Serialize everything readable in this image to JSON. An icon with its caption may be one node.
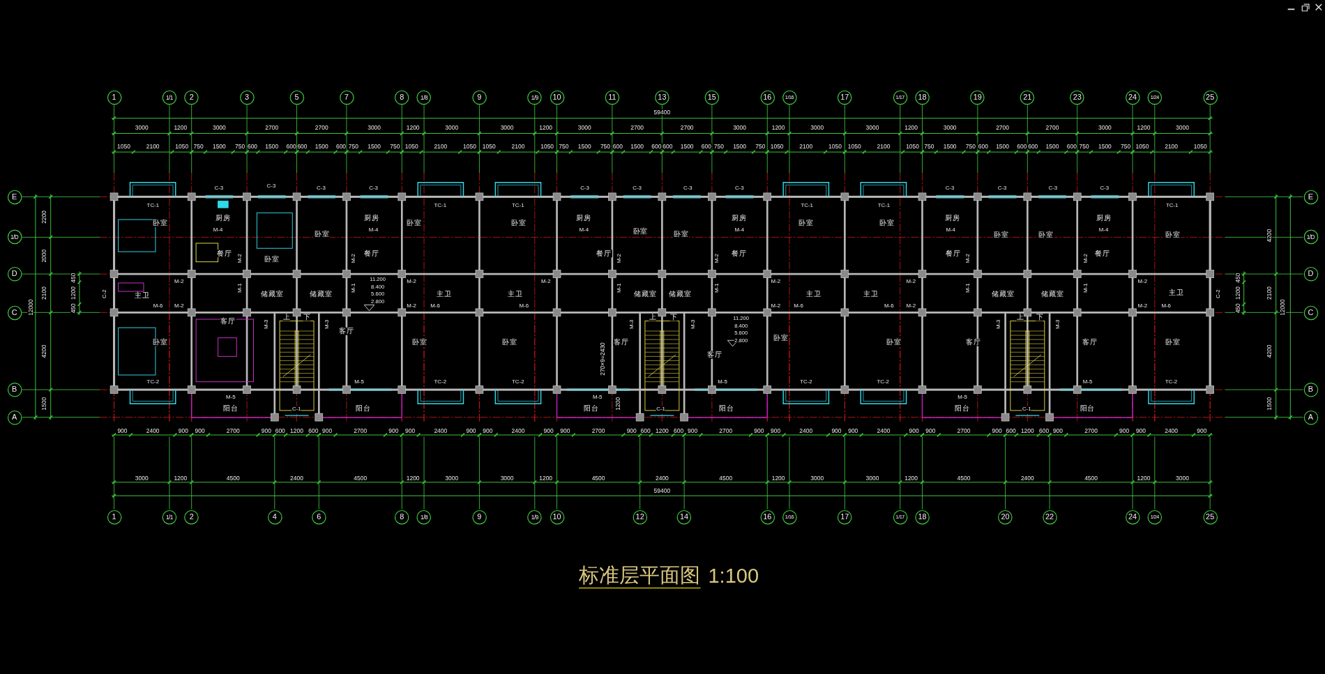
{
  "diagram": {
    "title": "标准层平面图",
    "nodes": [
      {
        "text": [
          "1"
        ]
      },
      {
        "text": [
          "1/1"
        ]
      },
      {
        "text": [
          "2"
        ]
      },
      {
        "text": [
          "3"
        ]
      },
      {
        "text": [
          "5"
        ]
      },
      {
        "text": [
          "7"
        ]
      },
      {
        "text": [
          "8"
        ]
      },
      {
        "text": [
          "1/8"
        ]
      },
      {
        "text": [
          "9"
        ]
      },
      {
        "text": [
          "1/9"
        ]
      },
      {
        "text": [
          "10"
        ]
      },
      {
        "text": [
          "11"
        ]
      },
      {
        "text": [
          "13"
        ]
      },
      {
        "text": [
          "15"
        ]
      },
      {
        "text": [
          "16"
        ]
      },
      {
        "text": [
          "1/16"
        ]
      },
      {
        "text": [
          "17"
        ]
      },
      {
        "text": [
          "1/17"
        ]
      },
      {
        "text": [
          "18"
        ]
      },
      {
        "text": [
          "19"
        ]
      },
      {
        "text": [
          "21"
        ]
      },
      {
        "text": [
          "23"
        ]
      },
      {
        "text": [
          "24"
        ]
      },
      {
        "text": [
          "1/24"
        ]
      },
      {
        "text": [
          "25"
        ]
      },
      {
        "text": [
          "1"
        ]
      },
      {
        "text": [
          "1/1"
        ]
      },
      {
        "text": [
          "2"
        ]
      },
      {
        "text": [
          "4"
        ]
      },
      {
        "text": [
          "6"
        ]
      },
      {
        "text": [
          "8"
        ]
      },
      {
        "text": [
          "1/8"
        ]
      },
      {
        "text": [
          "9"
        ]
      },
      {
        "text": [
          "1/9"
        ]
      },
      {
        "text": [
          "10"
        ]
      },
      {
        "text": [
          "12"
        ]
      },
      {
        "text": [
          "14"
        ]
      },
      {
        "text": [
          "16"
        ]
      },
      {
        "text": [
          "1/16"
        ]
      },
      {
        "text": [
          "17"
        ]
      },
      {
        "text": [
          "1/17"
        ]
      },
      {
        "text": [
          "18"
        ]
      },
      {
        "text": [
          "20"
        ]
      },
      {
        "text": [
          "22"
        ]
      },
      {
        "text": [
          "24"
        ]
      },
      {
        "text": [
          "1/24"
        ]
      },
      {
        "text": [
          "25"
        ]
      },
      {
        "text": [
          "E"
        ]
      },
      {
        "text": [
          "1/D"
        ]
      },
      {
        "text": [
          "D"
        ]
      },
      {
        "text": [
          "C"
        ]
      },
      {
        "text": [
          "B"
        ]
      },
      {
        "text": [
          "A"
        ]
      },
      {
        "text": [
          "E"
        ]
      },
      {
        "text": [
          "1/D"
        ]
      },
      {
        "text": [
          "D"
        ]
      },
      {
        "text": [
          "C"
        ]
      },
      {
        "text": [
          "B"
        ]
      },
      {
        "text": [
          "A"
        ]
      }
    ],
    "labels": [
      "59400",
      "3000",
      "1200",
      "3000",
      "2700",
      "2700",
      "3000",
      "1200",
      "3000",
      "3000",
      "1200",
      "3000",
      "2700",
      "2700",
      "3000",
      "1200",
      "3000",
      "3000",
      "1200",
      "3000",
      "2700",
      "2700",
      "3000",
      "1200",
      "3000",
      "1050",
      "2100",
      "1050",
      "750",
      "1500",
      "750",
      "600",
      "1500",
      "600",
      "600",
      "1500",
      "600",
      "750",
      "1500",
      "750",
      "1050",
      "2100",
      "1050",
      "1050",
      "2100",
      "1050",
      "750",
      "1500",
      "750",
      "600",
      "1500",
      "600",
      "600",
      "1500",
      "600",
      "750",
      "1500",
      "750",
      "1050",
      "2100",
      "1050",
      "1050",
      "2100",
      "1050",
      "750",
      "1500",
      "750",
      "600",
      "1500",
      "600",
      "600",
      "1500",
      "600",
      "750",
      "1500",
      "750",
      "1050",
      "2100",
      "1050",
      "TC-1",
      "C-3",
      "C-3",
      "C-3",
      "C-3",
      "TC-1",
      "TC-1",
      "C-3",
      "C-3",
      "C-3",
      "C-3",
      "TC-1",
      "TC-1",
      "C-3",
      "C-3",
      "C-3",
      "C-3",
      "TC-1",
      "卧室",
      "厨房",
      "M-4",
      "卧室",
      "厨房",
      "M-4",
      "卧室",
      "卧室",
      "厨房",
      "M-4",
      "卧室",
      "卧室",
      "厨房",
      "M-4",
      "卧室",
      "卧室",
      "厨房",
      "M-4",
      "卧室",
      "卧室",
      "厨房",
      "M-4",
      "卧室",
      "餐厅",
      "卧室",
      "餐厅",
      "餐厅",
      "餐厅",
      "餐厅",
      "餐厅",
      "C-2",
      "M-2",
      "主卫",
      "M-6",
      "M-2",
      "M-2",
      "M-1",
      "储藏室",
      "储藏室",
      "M-2",
      "M-1",
      "11.200",
      "8.400",
      "5.600",
      "2.800",
      "M-2",
      "M-2",
      "M-6",
      "主卫",
      "主卫",
      "M-6",
      "M-2",
      "M-2",
      "M-1",
      "储藏室",
      "储藏室",
      "M-2",
      "M-1",
      "11.200",
      "8.400",
      "5.600",
      "2.800",
      "M-2",
      "M-2",
      "M-6",
      "主卫",
      "主卫",
      "M-6",
      "M-2",
      "M-2",
      "M-2",
      "M-1",
      "储藏室",
      "储藏室",
      "M-2",
      "M-1",
      "M-2",
      "M-2",
      "M-6",
      "主卫",
      "C-2",
      "客厅",
      "M-3",
      "上",
      "下",
      "M-3",
      "客厅",
      "卧室",
      "卧室",
      "卧室",
      "客厅",
      "M-3",
      "上",
      "下",
      "M-3",
      "客厅",
      "卧室",
      "卧室",
      "客厅",
      "M-3",
      "上",
      "下",
      "M-3",
      "客厅",
      "卧室",
      "270×9=2430",
      "1200",
      "TC-2",
      "M-5",
      "TC-2",
      "TC-2",
      "M-5",
      "TC-2",
      "TC-2",
      "M-5",
      "TC-2",
      "M-5",
      "阳台",
      "C-1",
      "阳台",
      "M-5",
      "阳台",
      "C-1",
      "阳台",
      "M-5",
      "阳台",
      "C-1",
      "阳台",
      "2200",
      "2000",
      "2100",
      "4200",
      "1500",
      "12000",
      "450",
      "1200",
      "450",
      "4200",
      "2100",
      "4200",
      "1500",
      "12000",
      "450",
      "1200",
      "450",
      "900",
      "2400",
      "900",
      "900",
      "2700",
      "900",
      "600",
      "1200",
      "600",
      "900",
      "2700",
      "900",
      "900",
      "2400",
      "900",
      "900",
      "2400",
      "900",
      "900",
      "2700",
      "900",
      "600",
      "1200",
      "600",
      "900",
      "2700",
      "900",
      "900",
      "2400",
      "900",
      "900",
      "2400",
      "900",
      "900",
      "2700",
      "900",
      "600",
      "1200",
      "600",
      "900",
      "2700",
      "900",
      "900",
      "2400",
      "900",
      "3000",
      "1200",
      "4500",
      "2400",
      "4500",
      "1200",
      "3000",
      "3000",
      "1200",
      "4500",
      "2400",
      "4500",
      "1200",
      "3000",
      "3000",
      "1200",
      "4500",
      "2400",
      "4500",
      "1200",
      "3000",
      "59400",
      "1:100"
    ]
  }
}
